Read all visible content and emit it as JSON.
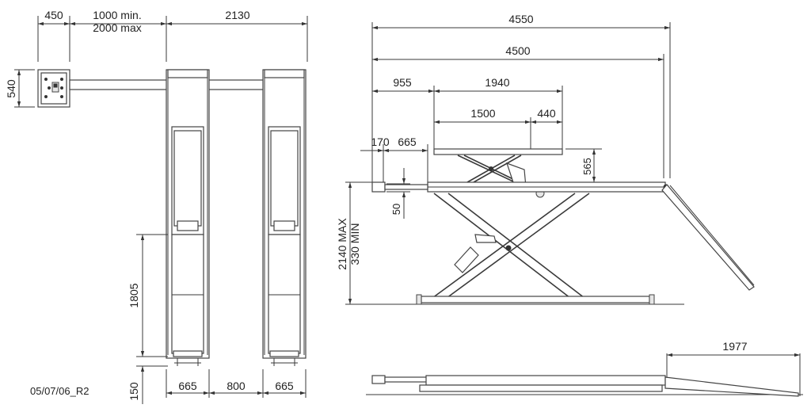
{
  "drawing_ref": "05/07/06_R2",
  "top_view": {
    "dim_control_box_width": "450",
    "dim_separation": "1000 min.\n2000 max",
    "dim_separation_line1": "1000 min.",
    "dim_separation_line2": "2000 max",
    "dim_overall_width": "2130",
    "dim_control_box_height": "540",
    "dim_rear_section": "1805",
    "dim_front_offset": "150",
    "dim_platform_left": "665",
    "dim_platform_gap": "800",
    "dim_platform_right": "665"
  },
  "side_view": {
    "dim_total_length_with_ramp": "4550",
    "dim_total_length": "4500",
    "dim_front_overhang": "955",
    "dim_upper_platform": "1940",
    "dim_upper_deck": "1500",
    "dim_extension": "440",
    "dim_front_stop": "170",
    "dim_front_gap": "665",
    "dim_upper_lift": "565",
    "dim_stop_height": "50",
    "dim_height_max": "2140 MAX",
    "dim_height_min": "330 MIN"
  },
  "lowered_view": {
    "dim_ramp_length": "1977"
  }
}
